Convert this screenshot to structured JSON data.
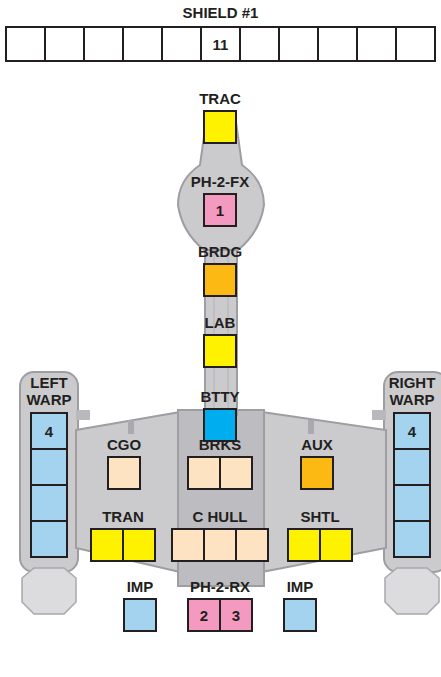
{
  "diagram": {
    "nodes": [
      {
        "text": [
          "SHIELD #1",
          "11"
        ]
      },
      {
        "text": [
          "TRAC"
        ]
      },
      {
        "text": [
          "PH-2-FX",
          "1"
        ]
      },
      {
        "text": [
          "BRDG"
        ]
      },
      {
        "text": [
          "LAB"
        ]
      },
      {
        "text": [
          "BTTY"
        ]
      },
      {
        "text": [
          "LEFT WARP",
          "4"
        ]
      },
      {
        "text": [
          "RIGHT WARP",
          "4"
        ]
      },
      {
        "text": [
          "CGO"
        ]
      },
      {
        "text": [
          "BRKS"
        ]
      },
      {
        "text": [
          "AUX"
        ]
      },
      {
        "text": [
          "TRAN"
        ]
      },
      {
        "text": [
          "C HULL"
        ]
      },
      {
        "text": [
          "SHTL"
        ]
      },
      {
        "text": [
          "IMP"
        ]
      },
      {
        "text": [
          "PH-2-RX",
          "2",
          "3"
        ]
      },
      {
        "text": [
          "IMP"
        ]
      }
    ]
  }
}
